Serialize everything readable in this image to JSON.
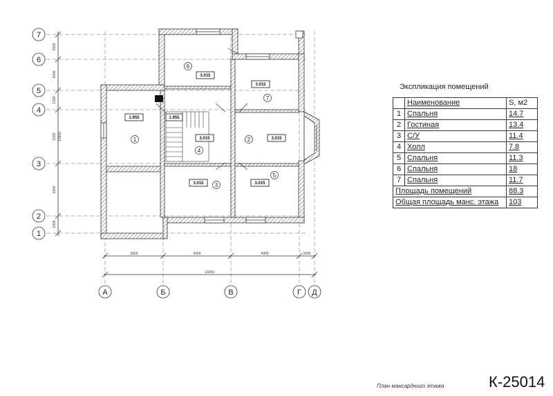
{
  "axes_rows": [
    "7",
    "6",
    "5",
    "4",
    "3",
    "2",
    "1"
  ],
  "axes_cols": [
    "А",
    "Б",
    "В",
    "Г",
    "Д"
  ],
  "dims_left": [
    "1500",
    "2000",
    "1300",
    "2200",
    "3300",
    "1000"
  ],
  "dim_left_total": "12600",
  "dims_bottom": [
    "3600",
    "4300",
    "4300",
    "1000"
  ],
  "dim_bottom_total": "13200",
  "room_numbers": [
    "1",
    "2",
    "3",
    "4",
    "5",
    "6",
    "7"
  ],
  "floor_marks": {
    "r1": "1.955",
    "stair": "1.955",
    "r6": "3.015",
    "r7": "3.015",
    "r4": "3.015",
    "r2": "3.015",
    "r3": "3.015",
    "r5": "3.015"
  },
  "explication": {
    "title": "Экспликация помещений",
    "header_name": "Наименование",
    "header_area": "S, м2",
    "rows": [
      {
        "n": "1",
        "name": "Спальня",
        "area": "14.7"
      },
      {
        "n": "2",
        "name": "Гостиная",
        "area": "13.4"
      },
      {
        "n": "3",
        "name": "С/У",
        "area": "11.4"
      },
      {
        "n": "4",
        "name": "Холл",
        "area": "7.8"
      },
      {
        "n": "5",
        "name": "Спальня",
        "area": "11.3"
      },
      {
        "n": "6",
        "name": "Спальня",
        "area": "18"
      },
      {
        "n": "7",
        "name": "Спальня",
        "area": "11.7"
      }
    ],
    "total_label": "Площадь помещений",
    "total_value": "88.3",
    "gross_label": "Общая площадь манс. этажа",
    "gross_value": "103"
  },
  "caption": "План мансардного этажа",
  "code": "К-25014"
}
